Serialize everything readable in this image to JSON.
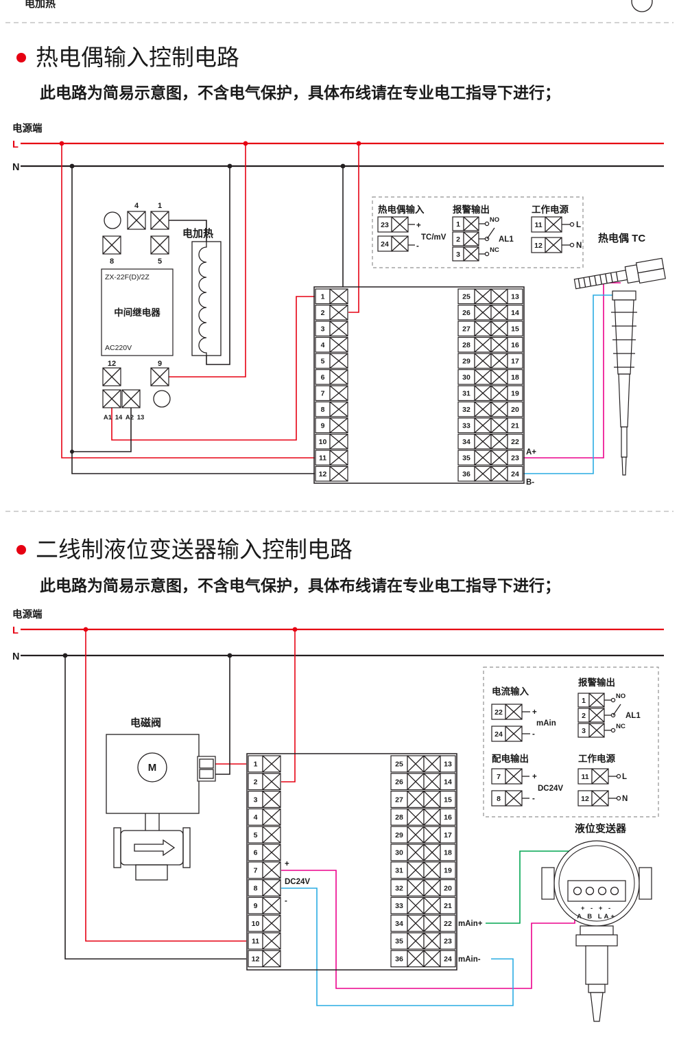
{
  "colors": {
    "accent_red": "#e60012",
    "wire_black": "#231f20",
    "wire_blue": "#29abe2",
    "wire_magenta": "#ec008c",
    "wire_green": "#00a651"
  },
  "top_fragment": {
    "label": "电加热"
  },
  "section1": {
    "title": "热电偶输入控制电路",
    "note": "此电路为简易示意图，不含电气保护，具体布线请在专业电工指导下进行；",
    "power": {
      "label": "电源端",
      "l": "L",
      "n": "N"
    },
    "relay": {
      "model": "ZX-22F(D)/2Z",
      "name": "中间继电器",
      "voltage": "AC220V",
      "t4": "4",
      "t1": "1",
      "t8": "8",
      "t5": "5",
      "t12": "12",
      "t9": "9",
      "ta1": "A1",
      "t14": "14",
      "ta2": "A2",
      "t13": "13"
    },
    "heater_label": "电加热",
    "block": {
      "left": [
        "1",
        "2",
        "3",
        "4",
        "5",
        "6",
        "7",
        "8",
        "9",
        "10",
        "11",
        "12"
      ],
      "mid": [
        "25",
        "26",
        "27",
        "28",
        "29",
        "30",
        "31",
        "32",
        "33",
        "34",
        "35",
        "36"
      ],
      "right": [
        "13",
        "14",
        "15",
        "16",
        "17",
        "18",
        "19",
        "20",
        "21",
        "22",
        "23",
        "24"
      ],
      "a_plus": "A+",
      "b_minus": "B-"
    },
    "io": {
      "tc": {
        "title": "热电偶输入",
        "t1": "23",
        "t2": "24",
        "plus": "+",
        "minus": "-",
        "label": "TC/mV"
      },
      "alarm": {
        "title": "报警输出",
        "t1": "1",
        "t2": "2",
        "t3": "3",
        "no": "NO",
        "nc": "NC",
        "label": "AL1"
      },
      "power": {
        "title": "工作电源",
        "t1": "11",
        "t2": "12",
        "l": "L",
        "n": "N"
      }
    },
    "tc_label": "热电偶 TC"
  },
  "section2": {
    "title": "二线制液位变送器输入控制电路",
    "note": "此电路为简易示意图，不含电气保护，具体布线请在专业电工指导下进行；",
    "power": {
      "label": "电源端",
      "l": "L",
      "n": "N"
    },
    "valve": {
      "label": "电磁阀",
      "m": "M"
    },
    "block": {
      "left": [
        "1",
        "2",
        "3",
        "4",
        "5",
        "6",
        "7",
        "8",
        "9",
        "10",
        "11",
        "12"
      ],
      "mid": [
        "25",
        "26",
        "27",
        "28",
        "29",
        "30",
        "31",
        "32",
        "33",
        "34",
        "35",
        "36"
      ],
      "right": [
        "13",
        "14",
        "15",
        "16",
        "17",
        "18",
        "19",
        "20",
        "21",
        "22",
        "23",
        "24"
      ],
      "plus": "+",
      "dc": "DC24V",
      "minus": "-",
      "main_plus": "mAin+",
      "main_minus": "mAin-"
    },
    "io": {
      "current": {
        "title": "电流输入",
        "t1": "22",
        "t2": "24",
        "plus": "+",
        "minus": "-",
        "label": "mAin"
      },
      "alarm": {
        "title": "报警输出",
        "t1": "1",
        "t2": "2",
        "t3": "3",
        "no": "NO",
        "nc": "NC",
        "label": "AL1"
      },
      "dist": {
        "title": "配电输出",
        "t1": "7",
        "t2": "8",
        "plus": "+",
        "minus": "-",
        "label": "DC24V"
      },
      "power": {
        "title": "工作电源",
        "t1": "11",
        "t2": "12",
        "l": "L",
        "n": "N"
      }
    },
    "transmitter": {
      "label": "液位变送器",
      "polarity": "+ - + -",
      "pins": "A B LA+"
    }
  }
}
